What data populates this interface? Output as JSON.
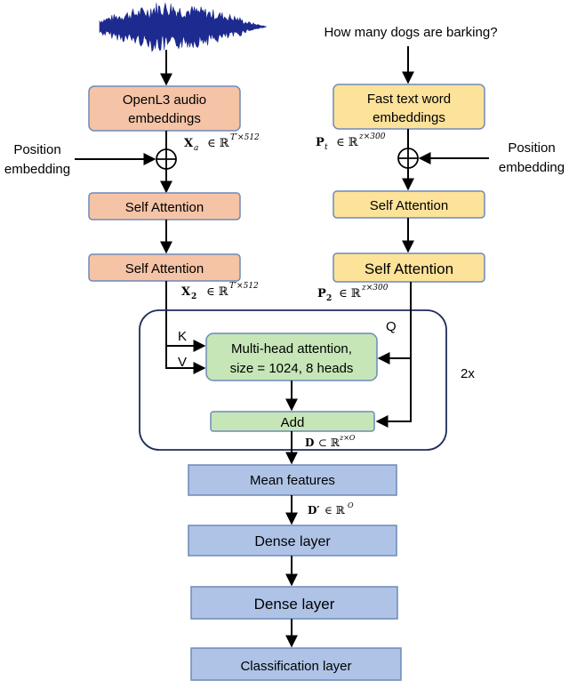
{
  "question": "How many dogs are barking?",
  "audio": {
    "openl3_line1": "OpenL3 audio",
    "openl3_line2": "embeddings",
    "position_line1": "Position",
    "position_line2": "embedding",
    "xa_label": "X",
    "xa_sub": "a",
    "xa_set": "∈ ℝ",
    "xa_sup": "T′×512",
    "self_attention_1": "Self Attention",
    "self_attention_2": "Self Attention",
    "x2_label": "X",
    "x2_sub": "2",
    "x2_set": "∈ ℝ",
    "x2_sup": "T′×512"
  },
  "text": {
    "fasttext_line1": "Fast text word",
    "fasttext_line2": "embeddings",
    "position_line1": "Position",
    "position_line2": "embedding",
    "pt_label": "P",
    "pt_sub": "t",
    "pt_set": "∈ ℝ",
    "pt_sup": "z×300",
    "self_attention_1": "Self Attention",
    "self_attention_2": "Self Attention",
    "p2_label": "P",
    "p2_sub": "2",
    "p2_set": "∈ ℝ",
    "p2_sup": "z×300"
  },
  "attention_block": {
    "k": "K",
    "v": "V",
    "q": "Q",
    "mha_line1": "Multi-head attention,",
    "mha_line2": "size = 1024, 8 heads",
    "add": "Add",
    "repeat": "2x",
    "d_label": "D",
    "d_set": "⊂ ℝ",
    "d_sup": "z×O"
  },
  "head": {
    "mean_features": "Mean features",
    "dprime_label": "D′",
    "dprime_set": "∈ ℝ",
    "dprime_sup": "O",
    "dense_1": "Dense layer",
    "dense_2": "Dense layer",
    "classification": "Classification layer"
  },
  "colors": {
    "audio_box": "#f5c3a6",
    "text_box": "#fde29a",
    "attention_box": "#c6e6b8",
    "head_box": "#aec3e6",
    "box_border": "#6f89b8",
    "waveform": "#1d2a8f",
    "line": "#000000"
  }
}
